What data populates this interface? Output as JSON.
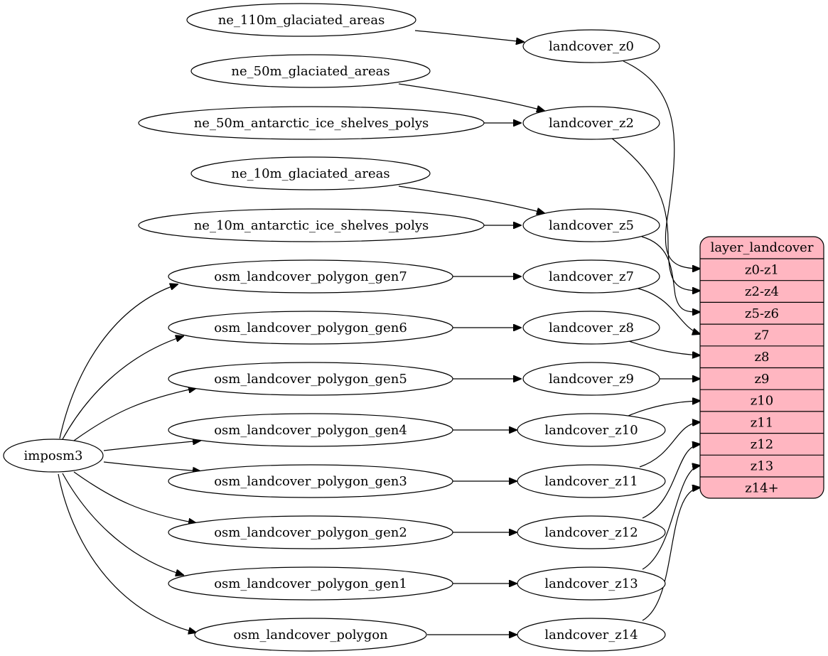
{
  "nodes": {
    "ne_110m_glaciated_areas": "ne_110m_glaciated_areas",
    "ne_50m_glaciated_areas": "ne_50m_glaciated_areas",
    "ne_50m_antarctic_ice_shelves_polys": "ne_50m_antarctic_ice_shelves_polys",
    "ne_10m_glaciated_areas": "ne_10m_glaciated_areas",
    "ne_10m_antarctic_ice_shelves_polys": "ne_10m_antarctic_ice_shelves_polys",
    "imposm3": "imposm3",
    "osm_landcover_polygon_gen7": "osm_landcover_polygon_gen7",
    "osm_landcover_polygon_gen6": "osm_landcover_polygon_gen6",
    "osm_landcover_polygon_gen5": "osm_landcover_polygon_gen5",
    "osm_landcover_polygon_gen4": "osm_landcover_polygon_gen4",
    "osm_landcover_polygon_gen3": "osm_landcover_polygon_gen3",
    "osm_landcover_polygon_gen2": "osm_landcover_polygon_gen2",
    "osm_landcover_polygon_gen1": "osm_landcover_polygon_gen1",
    "osm_landcover_polygon": "osm_landcover_polygon",
    "landcover_z0": "landcover_z0",
    "landcover_z2": "landcover_z2",
    "landcover_z5": "landcover_z5",
    "landcover_z7": "landcover_z7",
    "landcover_z8": "landcover_z8",
    "landcover_z9": "landcover_z9",
    "landcover_z10": "landcover_z10",
    "landcover_z11": "landcover_z11",
    "landcover_z12": "landcover_z12",
    "landcover_z13": "landcover_z13",
    "landcover_z14": "landcover_z14"
  },
  "layer": {
    "title": "layer_landcover",
    "fill_color": "#ffb6c1",
    "fields": [
      "z0-z1",
      "z2-z4",
      "z5-z6",
      "z7",
      "z8",
      "z9",
      "z10",
      "z11",
      "z12",
      "z13",
      "z14+"
    ]
  }
}
